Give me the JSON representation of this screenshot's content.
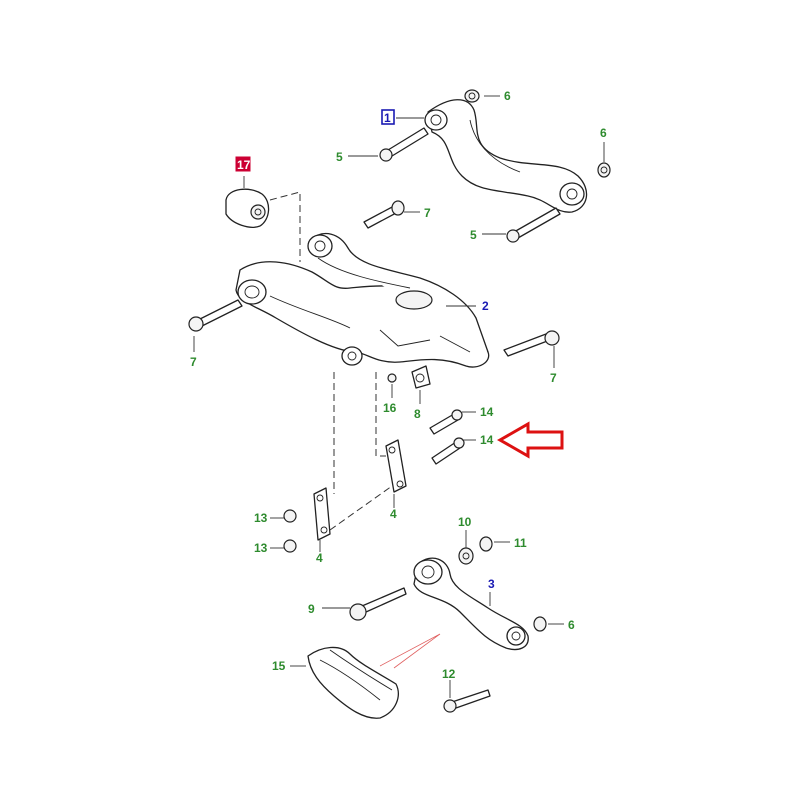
{
  "callouts": {
    "c1": "1",
    "c17": "17",
    "c2": "2",
    "c3": "3",
    "c4a": "4",
    "c4b": "4",
    "c5a": "5",
    "c5b": "5",
    "c6a": "6",
    "c6b": "6",
    "c6c": "6",
    "c7a": "7",
    "c7b": "7",
    "c7c": "7",
    "c8": "8",
    "c9": "9",
    "c10": "10",
    "c11": "11",
    "c12": "12",
    "c13a": "13",
    "c13b": "13",
    "c14a": "14",
    "c14b": "14",
    "c15": "15",
    "c16": "16"
  },
  "colors": {
    "label_green": "#2e8b2e",
    "label_blue": "#1a1ab3",
    "highlight_box_blue": "#1a1ab3",
    "highlight_box_red": "#cc0033",
    "pointer_arrow": "#dd1111"
  }
}
